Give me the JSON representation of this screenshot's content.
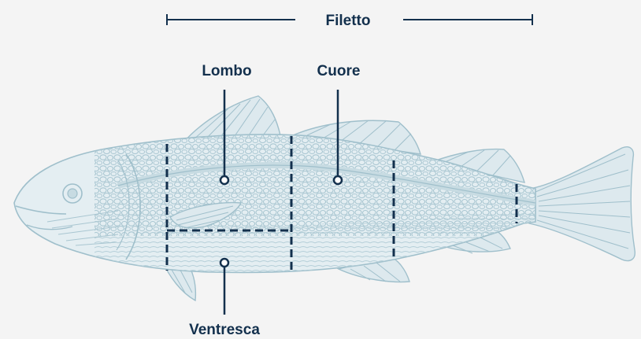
{
  "labels": {
    "fillet": "Filetto",
    "loin": "Lombo",
    "heart": "Cuore",
    "belly": "Ventresca"
  },
  "colors": {
    "background": "#f4f4f4",
    "fish_line": "#9fbfcb",
    "fish_fill": "#dde9ee",
    "accent": "#13304d"
  },
  "icons": {
    "fish": "cod-fish-illustration"
  }
}
